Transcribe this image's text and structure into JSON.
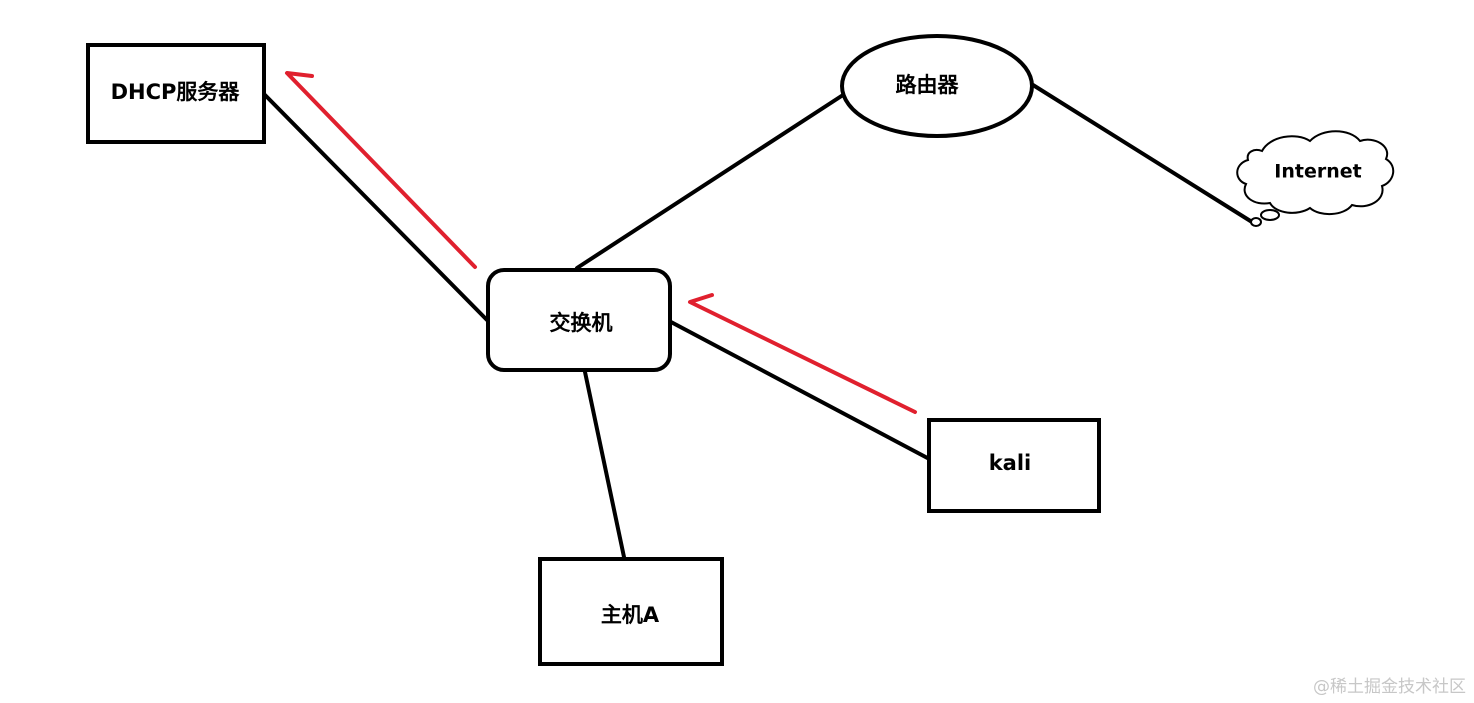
{
  "nodes": {
    "dhcp_server": {
      "label": "DHCP服务器"
    },
    "router": {
      "label": "路由器"
    },
    "internet": {
      "label": "Internet"
    },
    "switch": {
      "label": "交换机"
    },
    "kali": {
      "label": "kali"
    },
    "host_a": {
      "label": "主机A"
    }
  },
  "colors": {
    "line": "#000000",
    "arrow": "#e0202e",
    "background": "#ffffff"
  },
  "watermark": "@稀土掘金技术社区"
}
